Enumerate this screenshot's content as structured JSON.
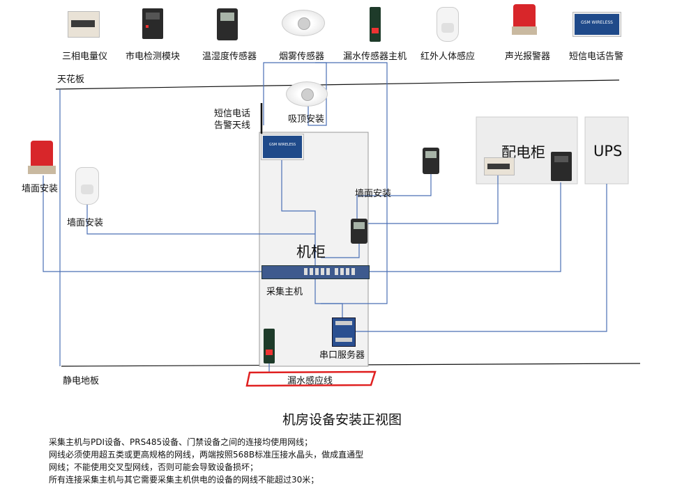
{
  "top_devices": [
    {
      "label": "三相电量仪",
      "icon": "power-meter-icon"
    },
    {
      "label": "市电检测模块",
      "icon": "mains-module-icon"
    },
    {
      "label": "温湿度传感器",
      "icon": "temp-humidity-sensor-icon"
    },
    {
      "label": "烟雾传感器",
      "icon": "smoke-detector-icon"
    },
    {
      "label": "漏水传感器主机",
      "icon": "leak-host-icon"
    },
    {
      "label": "红外人体感应",
      "icon": "pir-sensor-icon"
    },
    {
      "label": "声光报警器",
      "icon": "siren-icon"
    },
    {
      "label": "短信电话告警",
      "icon": "gsm-alarm-icon"
    }
  ],
  "room": {
    "ceiling": "天花板",
    "floor": "静电地板",
    "ceiling_mount": "吸顶安装",
    "antenna_line1": "短信电话",
    "antenna_line2": "告警天线",
    "wall_mount_left": "墙面安装",
    "wall_mount_pir": "墙面安装",
    "wall_mount_th": "墙面安装",
    "cabinet": "机柜",
    "host": "采集主机",
    "serial_server": "串口服务器",
    "leak_line": "漏水感应线",
    "pdu_cabinet": "配电柜",
    "ups": "UPS",
    "gsm_unit_text": "GSM WIRELESS"
  },
  "title": "机房设备安装正视图",
  "notes": [
    "采集主机与PDI设备、PRS485设备、门禁设备之间的连接均使用网线；",
    "网线必须使用超五类或更高规格的网线，两端按照568B标准压接水晶头，做成直通型",
    "网线；不能使用交叉型网线，否则可能会导致设备损坏；",
    "所有连接采集主机与其它需要采集主机供电的设备的网线不能超过30米；"
  ],
  "colors": {
    "wire": "#4a6fb5",
    "leak": "#e02020",
    "cabinet_fill": "#f2f2f2"
  }
}
